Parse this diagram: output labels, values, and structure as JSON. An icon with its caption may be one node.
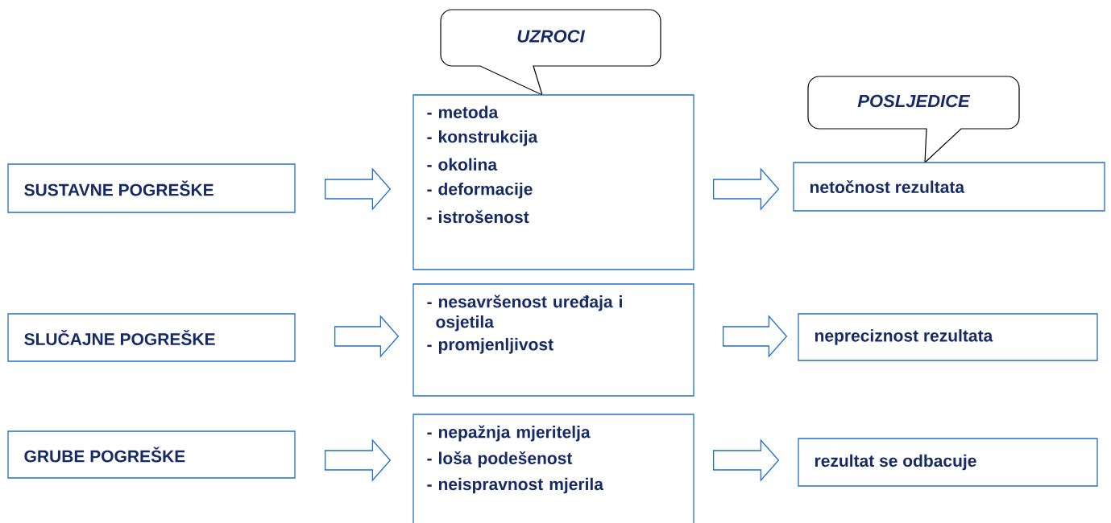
{
  "diagram": {
    "nodes": [
      {
        "text": [
          "UZROCI"
        ]
      },
      {
        "text": [
          "SUSTAVNE POGREŠKE"
        ]
      },
      {
        "text": [
          "- metoda",
          "- konstrukcija",
          "- okolina",
          "- deformacije",
          "- istrošenost"
        ]
      },
      {
        "text": [
          "POSLJEDICE"
        ]
      },
      {
        "text": [
          "netočnost rezultata"
        ]
      },
      {
        "text": [
          "SLUČAJNE POGREŠKE"
        ]
      },
      {
        "text": [
          "- nesavršenost uređaja i osjetila",
          "- promjenljivost"
        ]
      },
      {
        "text": [
          "nepreciznost rezultata"
        ]
      },
      {
        "text": [
          "GRUBE POGREŠKE"
        ]
      },
      {
        "text": [
          "- nepažnja mjeritelja",
          "- loša podešenost",
          "- neispravnost mjerila"
        ]
      },
      {
        "text": [
          "rezultat se odbacuje"
        ]
      }
    ],
    "edges": [
      {
        "from": 1,
        "to": 2,
        "arrow": "to"
      },
      {
        "from": 2,
        "to": 4,
        "arrow": "to"
      },
      {
        "from": 5,
        "to": 6,
        "arrow": "to"
      },
      {
        "from": 6,
        "to": 7,
        "arrow": "to"
      },
      {
        "from": 8,
        "to": 9,
        "arrow": "to"
      },
      {
        "from": 9,
        "to": 10,
        "arrow": "to"
      }
    ]
  }
}
